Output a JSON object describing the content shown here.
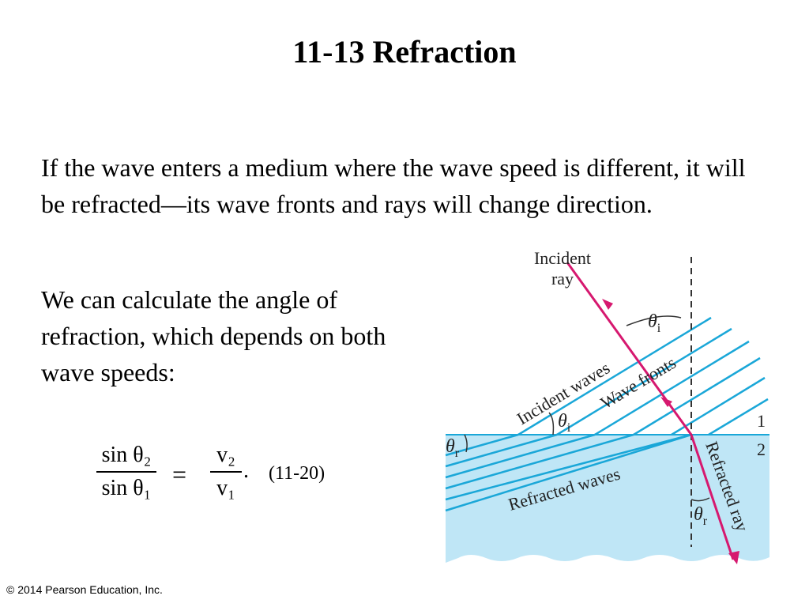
{
  "slide": {
    "title": "11-13 Refraction",
    "paragraph_1": "If the wave enters a medium where the wave speed is different, it will be refracted—its wave fronts and rays will change direction.",
    "paragraph_2": "We can calculate the angle of refraction, which depends on both wave speeds:",
    "equation": {
      "lhs_numerator": "sin θ₂",
      "lhs_denominator": "sin θ₁",
      "equals": "=",
      "rhs_numerator": "v₂",
      "rhs_denominator": "v₁",
      "trailing": ".",
      "number": "(11-20)"
    },
    "footer": "© 2014 Pearson Education, Inc."
  },
  "figure": {
    "labels": {
      "incident_ray_line1": "Incident",
      "incident_ray_line2": "ray",
      "theta_i": "θ",
      "theta_sub_i": "i",
      "theta_r": "θ",
      "theta_sub_r": "r",
      "incident_waves": "Incident waves",
      "wave_fronts": "Wave  fronts",
      "refracted_waves": "Refracted waves",
      "refracted_ray": "Refracted ray",
      "medium_1": "1",
      "medium_2": "2"
    },
    "colors": {
      "ray": "#d6186f",
      "wave": "#1aa7d8",
      "medium2_fill": "#bfe6f6",
      "normal": "#333333"
    }
  }
}
